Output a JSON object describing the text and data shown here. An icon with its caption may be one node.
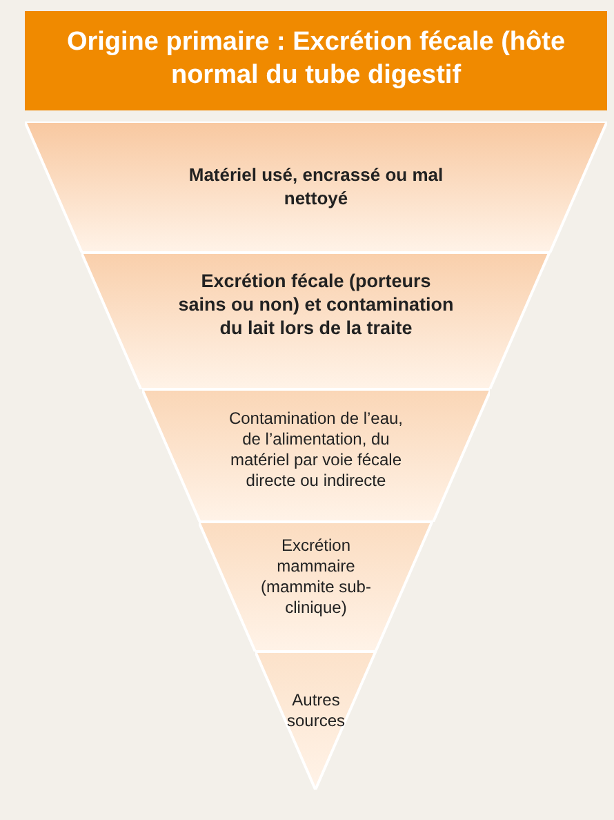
{
  "diagram": {
    "title": "Origine primaire : Excrétion fécale (hôte normal du tube digestif",
    "nodes": [
      {
        "text": [
          "Matériel usé, encrassé ou mal nettoyé"
        ]
      },
      {
        "text": [
          "Excrétion fécale (porteurs sains ou non) et contamination du lait lors de la traite"
        ]
      },
      {
        "text": [
          "Contamination de l’eau, de l’alimentation, du matériel par voie fécale directe ou indirecte"
        ]
      },
      {
        "text": [
          "Excrétion mammaire (mammite sub-clinique)"
        ]
      },
      {
        "text": [
          "Autres sources"
        ]
      }
    ]
  }
}
